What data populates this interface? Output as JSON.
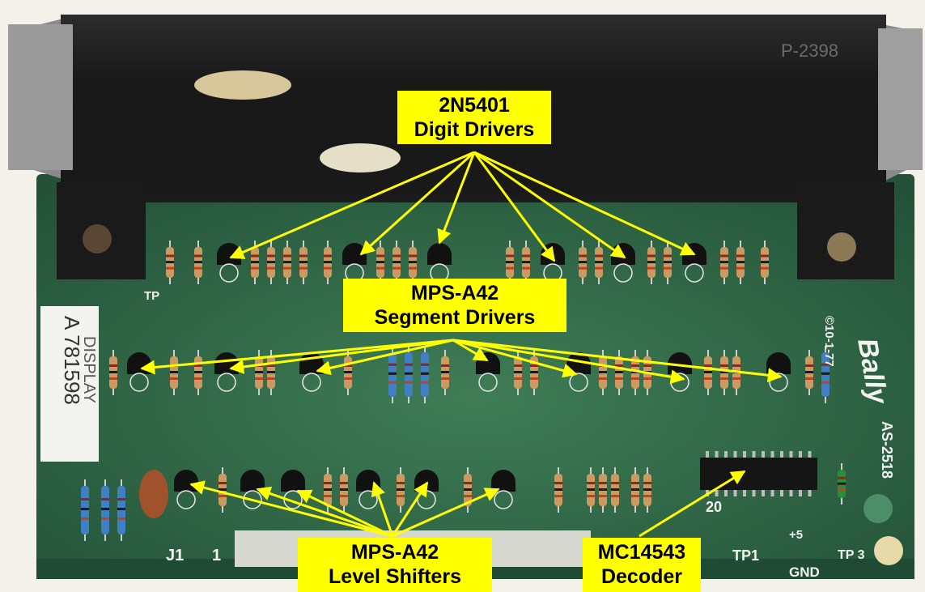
{
  "callouts": {
    "digit_drivers": {
      "line1": "2N5401",
      "line2": "Digit Drivers"
    },
    "segment_drivers": {
      "line1": "MPS-A42",
      "line2": "Segment Drivers"
    },
    "level_shifters": {
      "line1": "MPS-A42",
      "line2": "Level Shifters"
    },
    "decoder": {
      "line1": "MC14543",
      "line2": "Decoder"
    }
  },
  "board_marks": {
    "part_label_line1": "A 781598",
    "part_label_line2": "DISPLAY",
    "copyright": "©10-1-77",
    "brand": "Bally",
    "board_id": "AS-2518",
    "connector": "J1",
    "pin1": "1",
    "pin20": "20",
    "tp1": "TP1",
    "tp3": "TP 3",
    "gnd": "GND",
    "tp_left": "TP",
    "plus5": "+5",
    "top_code": "P-2398"
  },
  "colors": {
    "annotation_fill": "#ffff00",
    "arrow": "#ffff00",
    "board_green": "#2f6a46",
    "display_body": "#141414"
  }
}
